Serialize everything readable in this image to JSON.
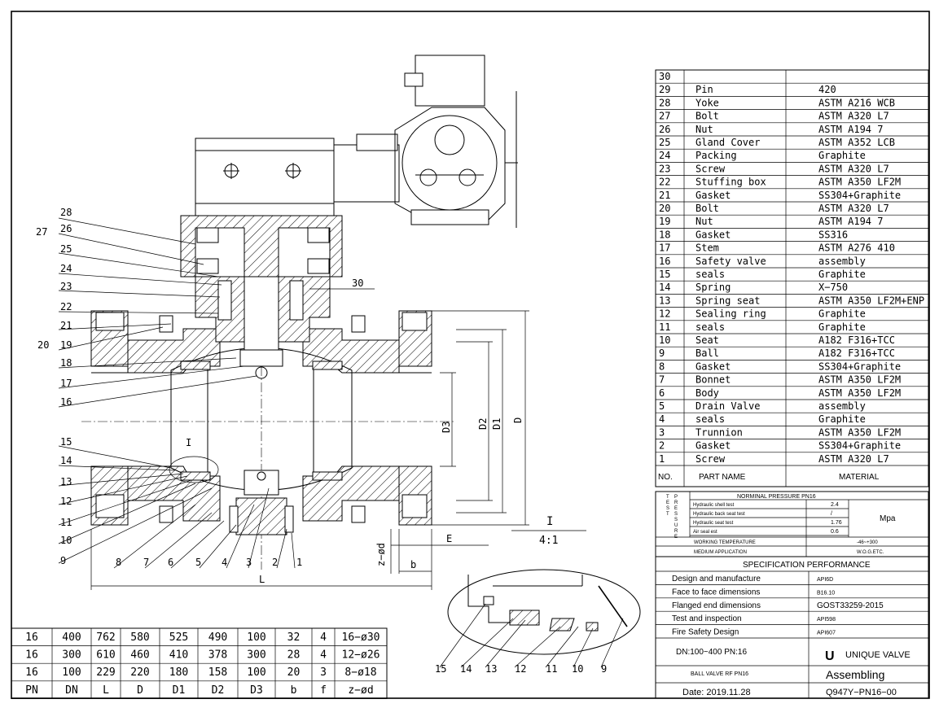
{
  "parts": [
    {
      "no": "30",
      "name": "",
      "material": ""
    },
    {
      "no": "29",
      "name": "Pin",
      "material": "420"
    },
    {
      "no": "28",
      "name": "Yoke",
      "material": "ASTM  A216  WCB"
    },
    {
      "no": "27",
      "name": "Bolt",
      "material": "ASTM  A320  L7"
    },
    {
      "no": "26",
      "name": "Nut",
      "material": "ASTM  A194  7"
    },
    {
      "no": "25",
      "name": "Gland  Cover",
      "material": "ASTM  A352  LCB"
    },
    {
      "no": "24",
      "name": "Packing",
      "material": "Graphite"
    },
    {
      "no": "23",
      "name": "Screw",
      "material": "ASTM  A320  L7"
    },
    {
      "no": "22",
      "name": "Stuffing  box",
      "material": "ASTM  A350  LF2M"
    },
    {
      "no": "21",
      "name": "Gasket",
      "material": "SS304+Graphite"
    },
    {
      "no": "20",
      "name": "Bolt",
      "material": "ASTM  A320  L7"
    },
    {
      "no": "19",
      "name": "Nut",
      "material": "ASTM  A194  7"
    },
    {
      "no": "18",
      "name": "Gasket",
      "material": "SS316"
    },
    {
      "no": "17",
      "name": "Stem",
      "material": "ASTM  A276  410"
    },
    {
      "no": "16",
      "name": "Safety valve",
      "material": "assembly"
    },
    {
      "no": "15",
      "name": "seals",
      "material": "Graphite"
    },
    {
      "no": "14",
      "name": "Spring",
      "material": "X−750"
    },
    {
      "no": "13",
      "name": "Spring  seat",
      "material": "ASTM  A350  LF2M+ENP"
    },
    {
      "no": "12",
      "name": "Sealing  ring",
      "material": "Graphite"
    },
    {
      "no": "11",
      "name": "seals",
      "material": "Graphite"
    },
    {
      "no": "10",
      "name": "Seat",
      "material": "A182  F316+TCC"
    },
    {
      "no": "9",
      "name": "Ball",
      "material": "A182  F316+TCC"
    },
    {
      "no": "8",
      "name": "Gasket",
      "material": "SS304+Graphite"
    },
    {
      "no": "7",
      "name": "Bonnet",
      "material": "ASTM  A350  LF2M"
    },
    {
      "no": "6",
      "name": "Body",
      "material": "ASTM  A350  LF2M"
    },
    {
      "no": "5",
      "name": "Drain  Valve",
      "material": "assembly"
    },
    {
      "no": "4",
      "name": "seals",
      "material": "Graphite"
    },
    {
      "no": "3",
      "name": "Trunnion",
      "material": "ASTM  A350  LF2M"
    },
    {
      "no": "2",
      "name": "Gasket",
      "material": "SS304+Graphite"
    },
    {
      "no": "1",
      "name": "Screw",
      "material": "ASTM  A320  L7"
    }
  ],
  "parts_header": {
    "no": "NO.",
    "name": "PART NAME",
    "material": "MATERIAL"
  },
  "pressure_test": {
    "side_label": "TEST PRESSURE",
    "title": "NORMINAL PRESSURE   PN16",
    "rows": [
      {
        "label": "Hydraulic shell test",
        "value": "2.4"
      },
      {
        "label": "Hydraulic back seat test",
        "value": "/"
      },
      {
        "label": "Hydraulic seat test",
        "value": "1.76"
      },
      {
        "label": "Air seal est",
        "value": "0.6"
      }
    ],
    "unit": "Mpa",
    "working_temp_label": "WORKING TEMPERATURE",
    "working_temp_value": "-46~+300",
    "medium_label": "MEDIUM APPLICATION",
    "medium_value": "W.O.G.ETC."
  },
  "spec": {
    "title": "SPECIFICATION PERFORMANCE",
    "rows": [
      {
        "label": "Design and manufacture",
        "value": "API6D"
      },
      {
        "label": "Face to face dimensions",
        "value": "B16.10"
      },
      {
        "label": "Flanged end dimensions",
        "value": "GOST33259-2015"
      },
      {
        "label": "Test and inspection",
        "value": "API598"
      },
      {
        "label": "Fire Safety Design",
        "value": "API607"
      }
    ],
    "range": "DN:100~400  PN:16",
    "brand": "UNIQUE VALVE",
    "product": "BALL VALVE RF  PN16",
    "drawing_title": "Assembling",
    "date": "Date: 2019.11.28",
    "code": "Q947Y−PN16−00"
  },
  "dimensions": {
    "headers": [
      "PN",
      "DN",
      "L",
      "D",
      "D1",
      "D2",
      "D3",
      "b",
      "f",
      "z−ød"
    ],
    "rows": [
      [
        "16",
        "400",
        "762",
        "580",
        "525",
        "490",
        "100",
        "32",
        "4",
        "16−ø30"
      ],
      [
        "16",
        "300",
        "610",
        "460",
        "410",
        "378",
        "300",
        "28",
        "4",
        "12−ø26"
      ],
      [
        "16",
        "100",
        "229",
        "220",
        "180",
        "158",
        "100",
        "20",
        "3",
        "8−ø18"
      ]
    ]
  },
  "drawing_labels": {
    "left_callouts": [
      "28",
      "26",
      "27",
      "25",
      "24",
      "23",
      "22",
      "21",
      "20",
      "19",
      "18",
      "17",
      "16",
      "15",
      "14",
      "13",
      "12",
      "11",
      "10",
      "9"
    ],
    "bottom_callouts": [
      "8",
      "7",
      "6",
      "5",
      "4",
      "3",
      "2",
      "1"
    ],
    "callout_30": "30",
    "dims": {
      "D3": "D3",
      "D2": "D2",
      "D1": "D1",
      "D": "D",
      "L": "L",
      "b": "b",
      "E": "E",
      "zd": "z−ød"
    },
    "detail_mark": "I",
    "detail_title": "I",
    "detail_scale": "4:1",
    "detail_callouts": [
      "15",
      "14",
      "13",
      "12",
      "11",
      "10",
      "9"
    ]
  }
}
